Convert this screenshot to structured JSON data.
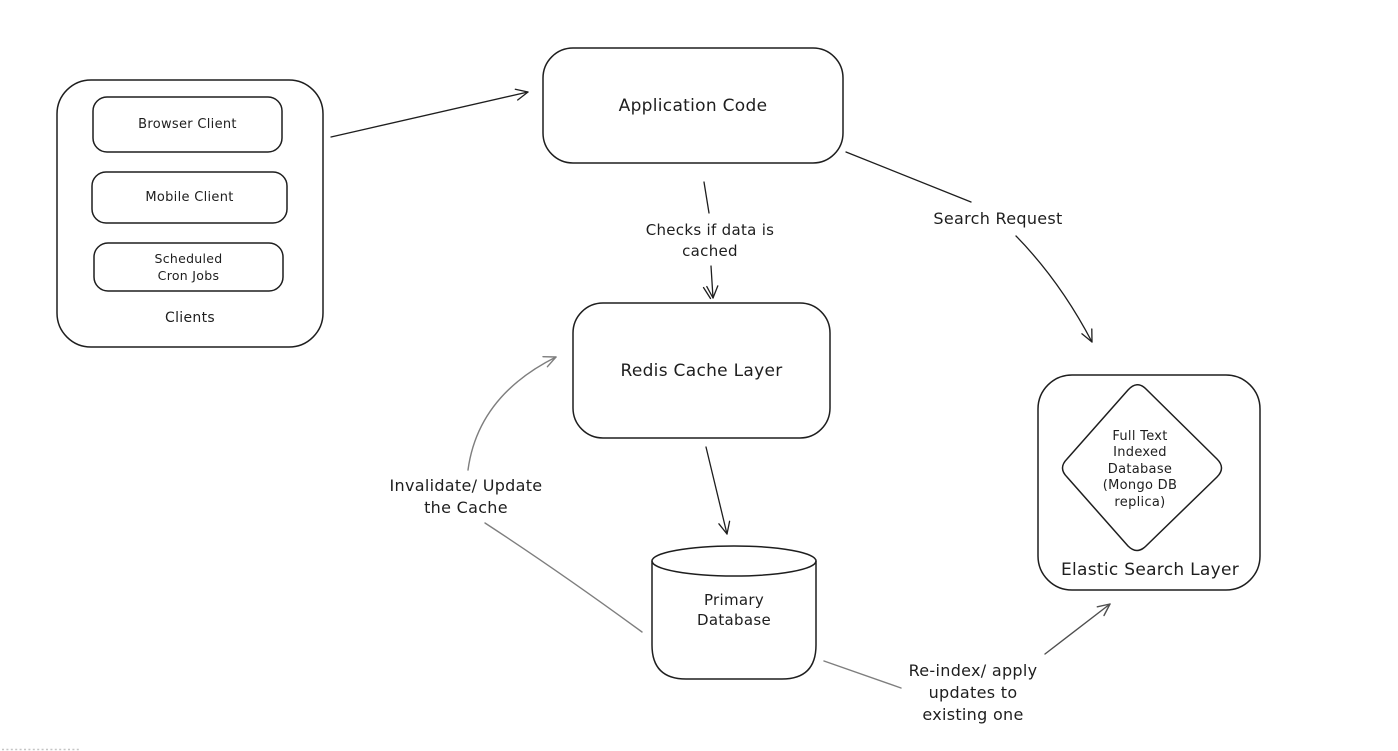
{
  "colors": {
    "stroke": "#1e1e1e",
    "gray": "#7e7e7e",
    "gray_dark": "#4f4f4f",
    "artifact": "#c4c4c4",
    "background": "#ffffff"
  },
  "clients": {
    "title": "Clients",
    "items": [
      {
        "label": "Browser Client"
      },
      {
        "label": "Mobile Client"
      },
      {
        "label": "Scheduled\nCron Jobs"
      }
    ]
  },
  "nodes": {
    "application_code": {
      "label": "Application Code"
    },
    "redis_cache": {
      "label": "Redis Cache Layer"
    },
    "primary_database": {
      "label": "Primary\nDatabase"
    },
    "elastic_search": {
      "label": "Elastic Search Layer",
      "inner": "Full Text\nIndexed\nDatabase\n(Mongo DB\nreplica)"
    }
  },
  "edges": {
    "app_to_redis": {
      "label": "Checks if data is\ncached"
    },
    "app_to_elastic": {
      "label": "Search Request"
    },
    "db_to_redis": {
      "label": "Invalidate/ Update\nthe Cache"
    },
    "db_to_elastic": {
      "label": "Re-index/ apply\nupdates to\nexisting one"
    }
  }
}
